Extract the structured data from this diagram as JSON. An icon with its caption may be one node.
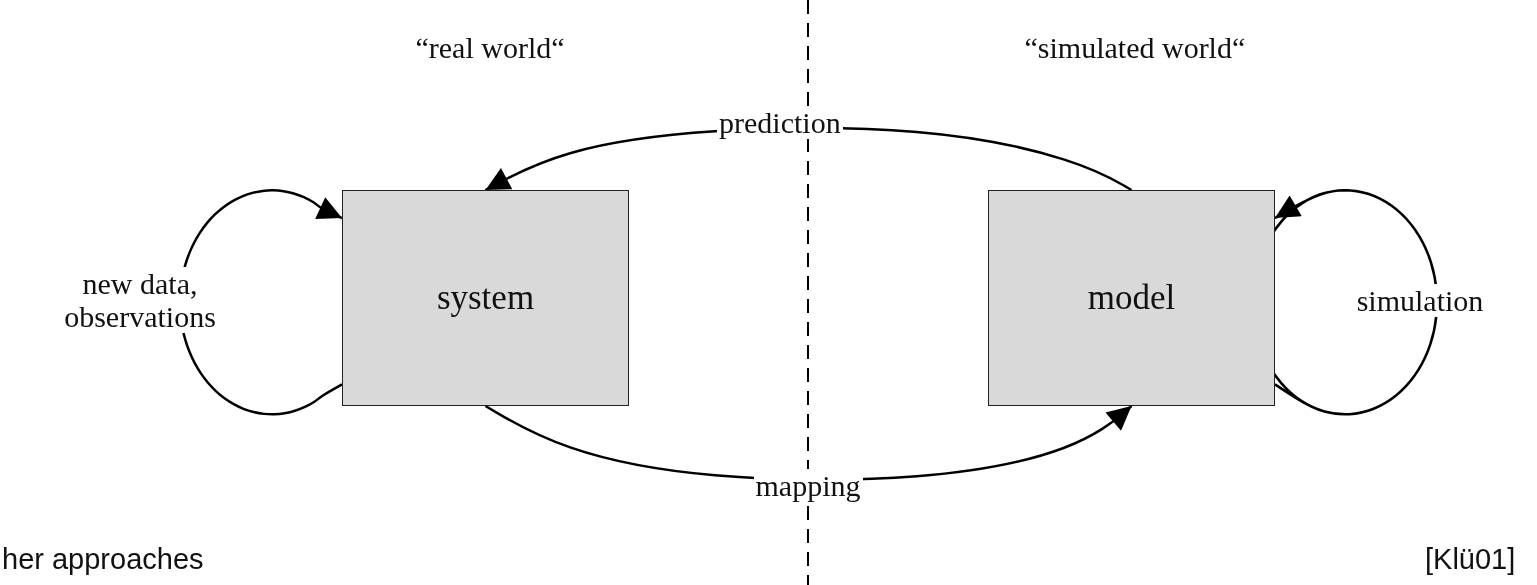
{
  "diagram": {
    "nodes": [
      {
        "text": [
          "system"
        ]
      },
      {
        "text": [
          "model"
        ]
      }
    ],
    "edges": [
      {
        "from": 1,
        "to": 0,
        "arrow": "to",
        "label": "prediction"
      },
      {
        "from": 0,
        "to": 0,
        "arrow": "to",
        "label": "new data, observations"
      },
      {
        "from": 0,
        "to": 1,
        "arrow": "to",
        "label": "mapping"
      },
      {
        "from": 1,
        "to": 1,
        "arrow": "to",
        "label": "simulation"
      }
    ],
    "labels": [
      "“real world“",
      "“simulated world“",
      "her approaches",
      "[Klü01]"
    ]
  }
}
